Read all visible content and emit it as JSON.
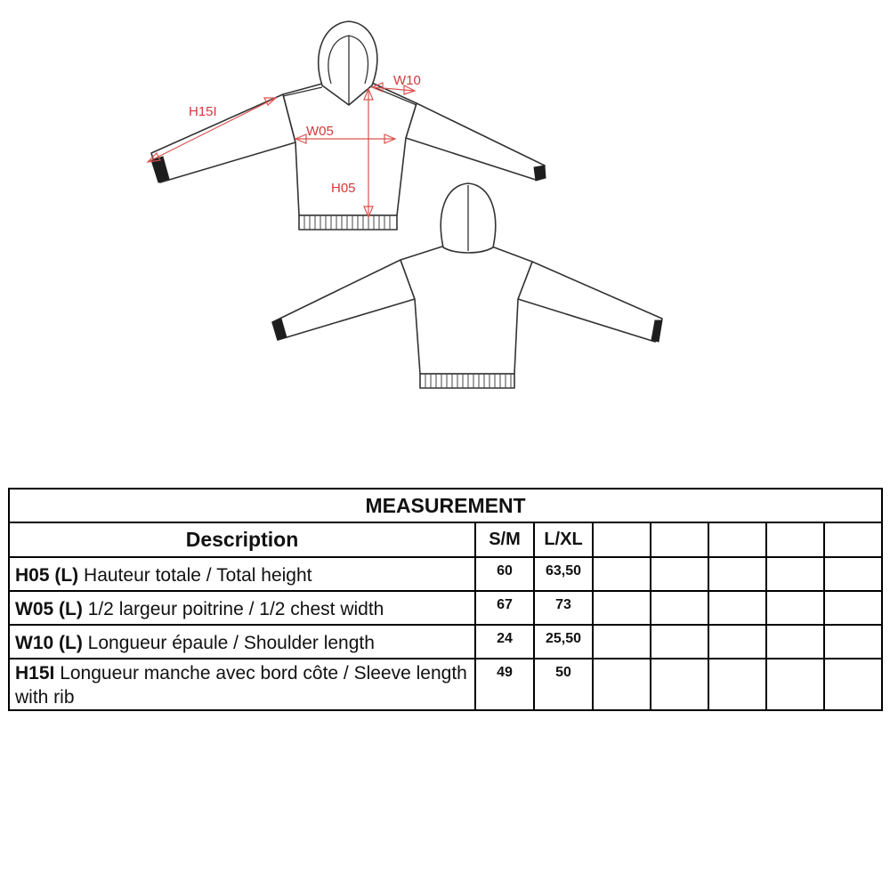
{
  "sketch": {
    "labels": {
      "sleeve": "H15I",
      "chest": "W05",
      "shoulder": "W10",
      "height": "H05"
    }
  },
  "table": {
    "title": "MEASUREMENT",
    "headers": {
      "description": "Description",
      "sizes": [
        "S/M",
        "L/XL",
        "",
        "",
        "",
        "",
        ""
      ]
    },
    "rows": [
      {
        "code": "H05 (L)",
        "text": "Hauteur totale / Total height",
        "values": [
          "60",
          "63,50"
        ]
      },
      {
        "code": "W05 (L)",
        "text": "1/2 largeur poitrine / 1/2 chest width",
        "values": [
          "67",
          "73"
        ]
      },
      {
        "code": "W10 (L)",
        "text": "Longueur épaule / Shoulder length",
        "values": [
          "24",
          "25,50"
        ]
      },
      {
        "code": "H15I",
        "text": "Longueur manche avec bord côte / Sleeve length with rib",
        "values": [
          "49",
          "50"
        ]
      }
    ]
  }
}
